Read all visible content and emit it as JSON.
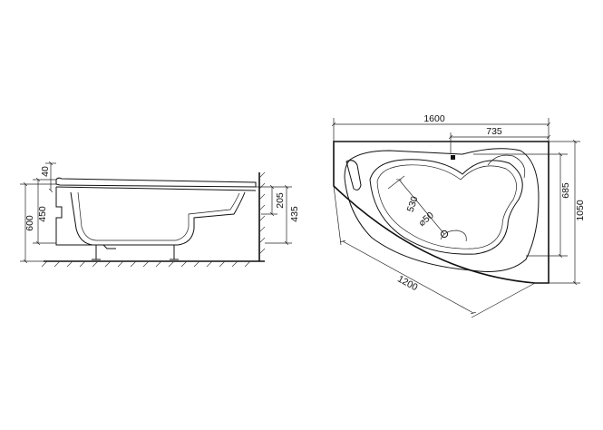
{
  "side_view": {
    "dims": {
      "total_height": "600",
      "rim_height": "40",
      "tub_depth": "450",
      "seat_height": "205",
      "panel_height": "435"
    }
  },
  "plan_view": {
    "dims": {
      "length": "1600",
      "right_offset": "735",
      "right_depth": "685",
      "width": "1050",
      "diagonal": "1200",
      "inner_length": "530",
      "drain": "⌀50"
    }
  },
  "colors": {
    "line": "#111111",
    "background": "#ffffff"
  }
}
